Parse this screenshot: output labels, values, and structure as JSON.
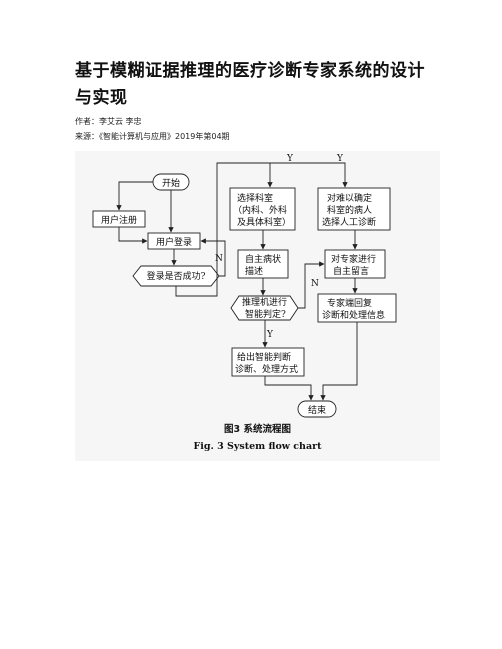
{
  "article": {
    "title": "基于模糊证据推理的医疗诊断专家系统的设计与实现",
    "author_line": "作者：李艾云 李忠",
    "source_line": "来源：《智能计算机与应用》2019年第04期"
  },
  "figure": {
    "caption_zh": "图3    系统流程图",
    "caption_en": "Fig. 3    System flow chart",
    "nodes": {
      "start": [
        "开始"
      ],
      "register": [
        "用户注册"
      ],
      "login": [
        "用户登录"
      ],
      "login_check": [
        "登录是否成功?"
      ],
      "select_dept": [
        "选择科室",
        "（内科、外科",
        "及具体科室）"
      ],
      "describe": [
        "自主病状",
        "描述"
      ],
      "reason": [
        "推理机进行",
        "智能判定?"
      ],
      "result": [
        "给出智能判断",
        "诊断、处理方式"
      ],
      "hard_case": [
        "对难以确定",
        "科室的病人",
        "选择人工诊断"
      ],
      "leave_msg": [
        "对专家进行",
        "自主留言"
      ],
      "expert_reply": [
        "专家端回复",
        "诊断和处理信息"
      ],
      "end": [
        "结束"
      ]
    },
    "edge_labels": {
      "yes": "Y",
      "no": "N"
    }
  }
}
